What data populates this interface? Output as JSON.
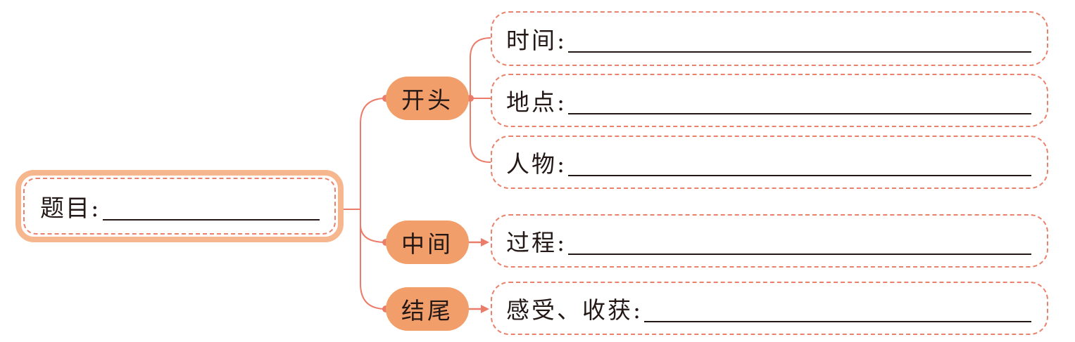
{
  "title": {
    "label": "题目:"
  },
  "branches": {
    "start": "开头",
    "middle": "中间",
    "end": "结尾"
  },
  "fields": {
    "time": "时间:",
    "place": "地点:",
    "people": "人物:",
    "process": "过程:",
    "feelings": "感受、收获:"
  },
  "colors": {
    "pill_fill": "#f29e6a",
    "title_border": "#f6b78e",
    "dashed_border": "#e9826d",
    "connector": "#ec7c6a",
    "text": "#231815"
  }
}
